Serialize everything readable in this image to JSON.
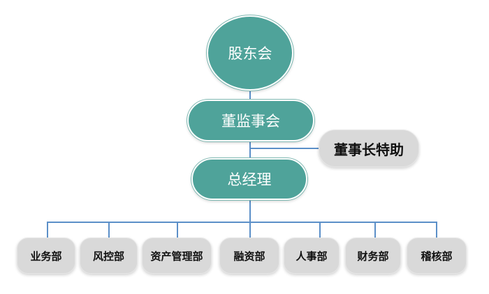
{
  "top": {
    "label": "股东会"
  },
  "board": {
    "label": "董监事会"
  },
  "assistant": {
    "label": "董事长特助"
  },
  "gm": {
    "label": "总经理"
  },
  "departments": [
    {
      "label": "业务部"
    },
    {
      "label": "风控部"
    },
    {
      "label": "资产管理部"
    },
    {
      "label": "融资部"
    },
    {
      "label": "人事部"
    },
    {
      "label": "财务部"
    },
    {
      "label": "稽核部"
    }
  ],
  "colors": {
    "teal": "#4fa39a",
    "grey_box": "#d9d9d9",
    "connector": "#5b8fc8"
  }
}
